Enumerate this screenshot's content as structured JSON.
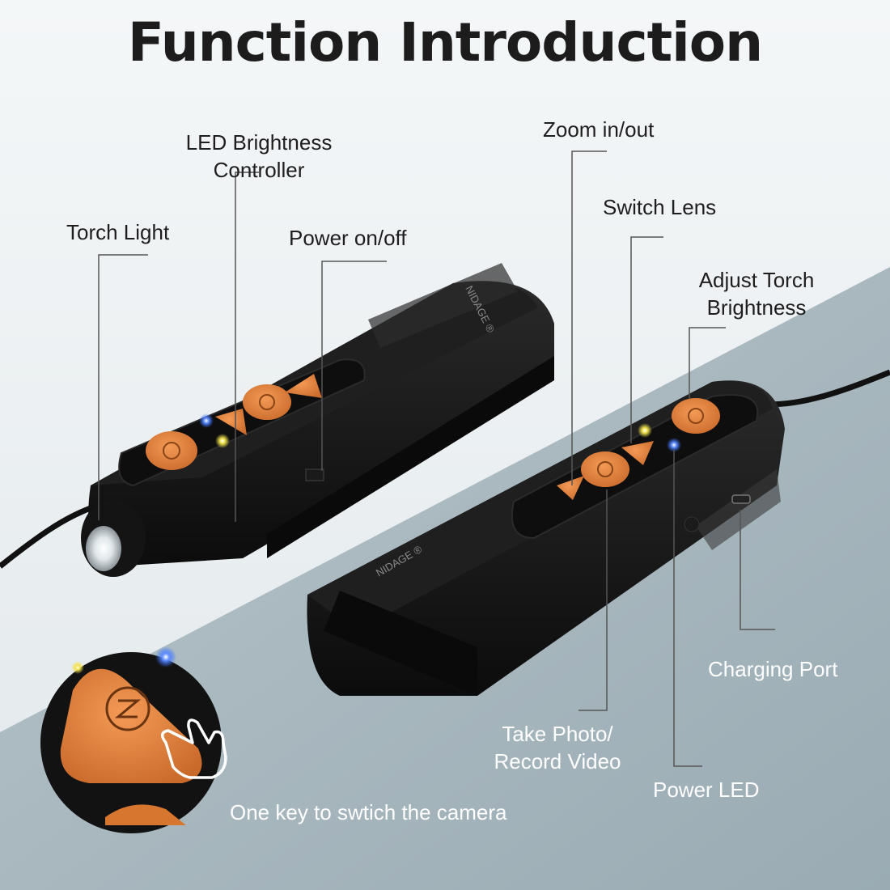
{
  "title": "Function Introduction",
  "brand": "NIDAGE",
  "brand_mark": "®",
  "callouts": {
    "torch_light": "Torch Light",
    "led_brightness_line1": "LED Brightness",
    "led_brightness_line2": "Controller",
    "power_onoff": "Power on/off",
    "zoom": "Zoom in/out",
    "switch_lens": "Switch Lens",
    "adjust_torch_line1": "Adjust Torch",
    "adjust_torch_line2": "Brightness",
    "charging_port": "Charging Port",
    "take_photo_line1": "Take Photo/",
    "take_photo_line2": "Record Video",
    "power_led": "Power LED",
    "one_key": "One key to swtich the camera"
  },
  "colors": {
    "background_light": "#eaeef0",
    "background_band": "#a7b6bd",
    "device_body": "#151515",
    "button_orange": "#e0823d",
    "led_blue": "#2e6bff",
    "led_yellow": "#f2e24a",
    "leader_line": "#555555"
  },
  "icons": [
    "torch-icon",
    "camera-switch-icon",
    "shutter-icon",
    "zoom-icon",
    "hand-pointer-icon"
  ]
}
